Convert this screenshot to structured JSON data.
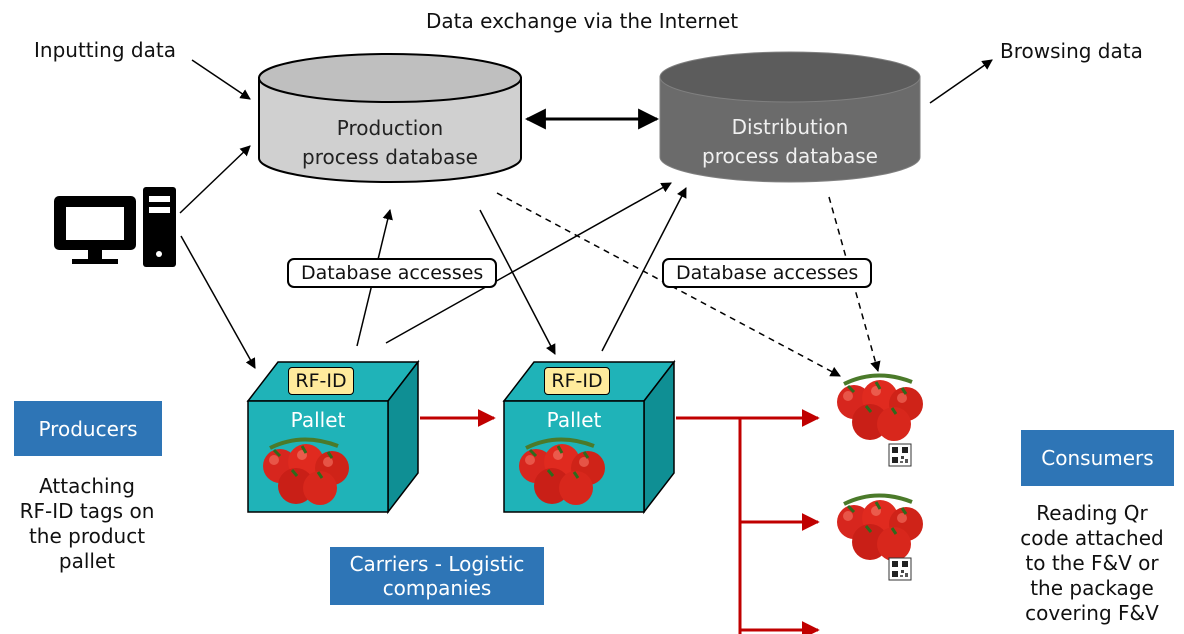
{
  "header": {
    "exchange_label": "Data exchange via the Internet"
  },
  "inputting_label": "Inputting data",
  "browsing_label": "Browsing data",
  "databases": {
    "production": {
      "line1": "Production",
      "line2": "process database",
      "fill": "#d0d0d0",
      "top_fill": "#bfbfbf"
    },
    "distribution": {
      "line1": "Distribution",
      "line2": "process database",
      "fill": "#6b6b6b",
      "top_fill": "#5c5c5c"
    }
  },
  "access_labels": {
    "left": "Database accesses",
    "right": "Database accesses"
  },
  "pallets": [
    {
      "tag": "RF-ID",
      "label": "Pallet"
    },
    {
      "tag": "RF-ID",
      "label": "Pallet"
    }
  ],
  "roles": {
    "producers": {
      "badge": "Producers",
      "description": [
        "Attaching",
        "RF-ID tags on",
        "the product",
        "pallet"
      ]
    },
    "carriers": {
      "badge_lines": [
        "Carriers - Logistic",
        "companies"
      ]
    },
    "consumers": {
      "badge": "Consumers",
      "description": [
        "Reading Qr",
        "code attached",
        "to the F&V or",
        "the package",
        "covering F&V"
      ]
    }
  },
  "colors": {
    "accent_blue": "#2e75b6",
    "flow_red": "#c00000",
    "pallet_teal": "#1fb3b8",
    "rfid_yellow": "#ffeb9c"
  },
  "icons": [
    "computer-icon",
    "tomato-icon",
    "qr-code-icon"
  ]
}
